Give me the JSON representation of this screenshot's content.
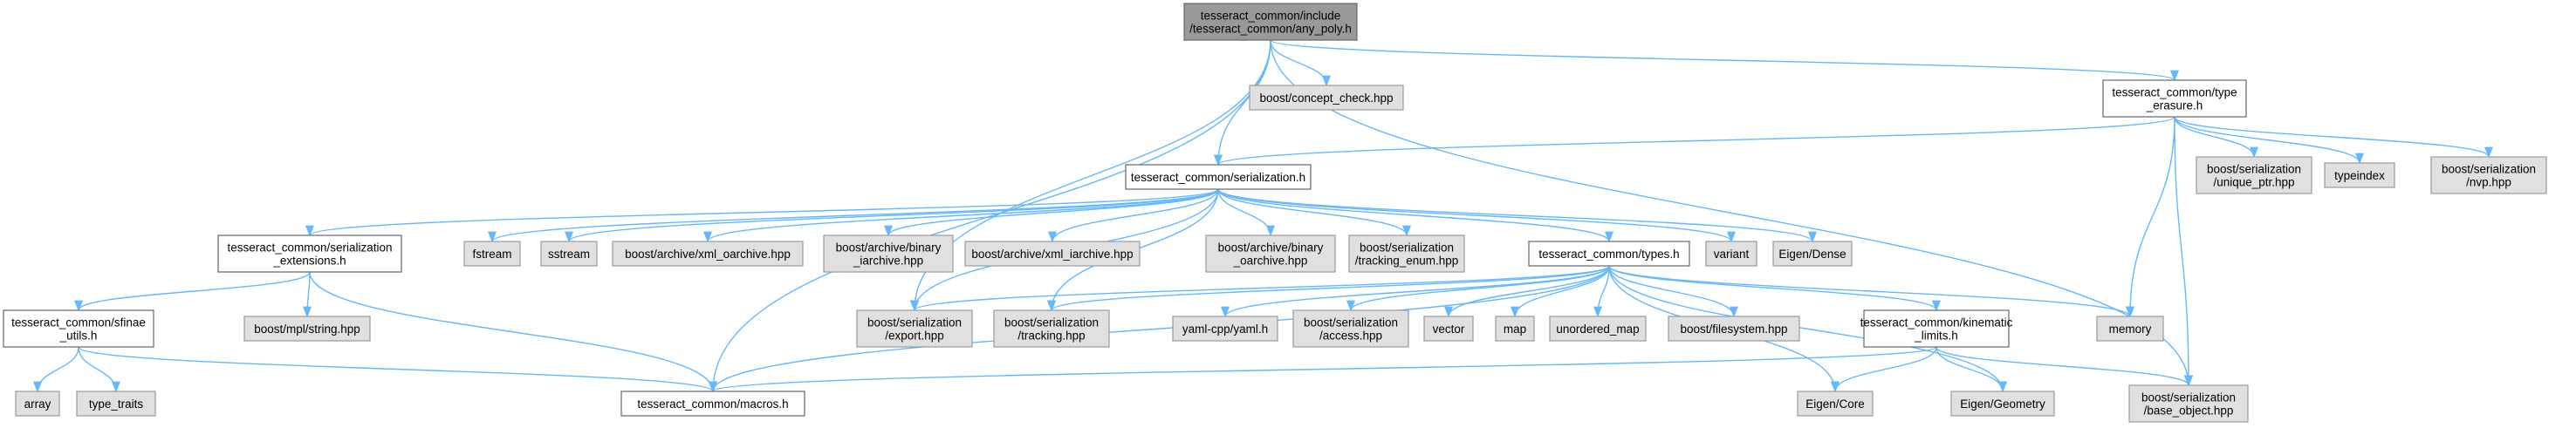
{
  "colors": {
    "edge": "#63b8ff",
    "root_fill": "#999999",
    "root_border": "#666666",
    "internal_fill": "#ffffff",
    "internal_border": "#666666",
    "external_fill": "#e0e0e0",
    "external_border": "#999999"
  },
  "nodes": [
    {
      "id": "any_poly",
      "lines": [
        "tesseract_common/include",
        "/tesseract_common/any_poly.h"
      ],
      "kind": "root"
    },
    {
      "id": "concept_check",
      "lines": [
        "boost/concept_check.hpp"
      ],
      "kind": "external"
    },
    {
      "id": "type_erasure",
      "lines": [
        "tesseract_common/type",
        "_erasure.h"
      ],
      "kind": "internal"
    },
    {
      "id": "serialization",
      "lines": [
        "tesseract_common/serialization.h"
      ],
      "kind": "internal"
    },
    {
      "id": "ser_unique_ptr",
      "lines": [
        "boost/serialization",
        "/unique_ptr.hpp"
      ],
      "kind": "external"
    },
    {
      "id": "typeindex",
      "lines": [
        "typeindex"
      ],
      "kind": "external"
    },
    {
      "id": "ser_nvp",
      "lines": [
        "boost/serialization",
        "/nvp.hpp"
      ],
      "kind": "external"
    },
    {
      "id": "ser_ext",
      "lines": [
        "tesseract_common/serialization",
        "_extensions.h"
      ],
      "kind": "internal"
    },
    {
      "id": "fstream",
      "lines": [
        "fstream"
      ],
      "kind": "external"
    },
    {
      "id": "sstream",
      "lines": [
        "sstream"
      ],
      "kind": "external"
    },
    {
      "id": "xml_oarchive",
      "lines": [
        "boost/archive/xml_oarchive.hpp"
      ],
      "kind": "external"
    },
    {
      "id": "binary_iarchive",
      "lines": [
        "boost/archive/binary",
        "_iarchive.hpp"
      ],
      "kind": "external"
    },
    {
      "id": "xml_iarchive",
      "lines": [
        "boost/archive/xml_iarchive.hpp"
      ],
      "kind": "external"
    },
    {
      "id": "binary_oarchive",
      "lines": [
        "boost/archive/binary",
        "_oarchive.hpp"
      ],
      "kind": "external"
    },
    {
      "id": "tracking_enum",
      "lines": [
        "boost/serialization",
        "/tracking_enum.hpp"
      ],
      "kind": "external"
    },
    {
      "id": "types",
      "lines": [
        "tesseract_common/types.h"
      ],
      "kind": "internal"
    },
    {
      "id": "variant",
      "lines": [
        "variant"
      ],
      "kind": "external"
    },
    {
      "id": "eigen_dense",
      "lines": [
        "Eigen/Dense"
      ],
      "kind": "external"
    },
    {
      "id": "sfinae",
      "lines": [
        "tesseract_common/sfinae",
        "_utils.h"
      ],
      "kind": "internal"
    },
    {
      "id": "mpl_string",
      "lines": [
        "boost/mpl/string.hpp"
      ],
      "kind": "external"
    },
    {
      "id": "ser_export",
      "lines": [
        "boost/serialization",
        "/export.hpp"
      ],
      "kind": "external"
    },
    {
      "id": "ser_tracking",
      "lines": [
        "boost/serialization",
        "/tracking.hpp"
      ],
      "kind": "external"
    },
    {
      "id": "yaml",
      "lines": [
        "yaml-cpp/yaml.h"
      ],
      "kind": "external"
    },
    {
      "id": "ser_access",
      "lines": [
        "boost/serialization",
        "/access.hpp"
      ],
      "kind": "external"
    },
    {
      "id": "vector",
      "lines": [
        "vector"
      ],
      "kind": "external"
    },
    {
      "id": "map",
      "lines": [
        "map"
      ],
      "kind": "external"
    },
    {
      "id": "unordered_map",
      "lines": [
        "unordered_map"
      ],
      "kind": "external"
    },
    {
      "id": "filesystem",
      "lines": [
        "boost/filesystem.hpp"
      ],
      "kind": "external"
    },
    {
      "id": "kinematic",
      "lines": [
        "tesseract_common/kinematic",
        "_limits.h"
      ],
      "kind": "internal"
    },
    {
      "id": "memory",
      "lines": [
        "memory"
      ],
      "kind": "external"
    },
    {
      "id": "array",
      "lines": [
        "array"
      ],
      "kind": "external"
    },
    {
      "id": "type_traits",
      "lines": [
        "type_traits"
      ],
      "kind": "external"
    },
    {
      "id": "macros",
      "lines": [
        "tesseract_common/macros.h"
      ],
      "kind": "internal"
    },
    {
      "id": "eigen_core",
      "lines": [
        "Eigen/Core"
      ],
      "kind": "external"
    },
    {
      "id": "eigen_geometry",
      "lines": [
        "Eigen/Geometry"
      ],
      "kind": "external"
    },
    {
      "id": "base_object",
      "lines": [
        "boost/serialization",
        "/base_object.hpp"
      ],
      "kind": "external"
    }
  ],
  "edges": [
    [
      "any_poly",
      "concept_check"
    ],
    [
      "any_poly",
      "type_erasure"
    ],
    [
      "any_poly",
      "serialization"
    ],
    [
      "any_poly",
      "macros"
    ],
    [
      "any_poly",
      "ser_export"
    ],
    [
      "any_poly",
      "base_object"
    ],
    [
      "type_erasure",
      "serialization"
    ],
    [
      "type_erasure",
      "ser_unique_ptr"
    ],
    [
      "type_erasure",
      "typeindex"
    ],
    [
      "type_erasure",
      "ser_nvp"
    ],
    [
      "type_erasure",
      "memory"
    ],
    [
      "type_erasure",
      "base_object"
    ],
    [
      "serialization",
      "ser_ext"
    ],
    [
      "serialization",
      "fstream"
    ],
    [
      "serialization",
      "sstream"
    ],
    [
      "serialization",
      "xml_oarchive"
    ],
    [
      "serialization",
      "binary_iarchive"
    ],
    [
      "serialization",
      "xml_iarchive"
    ],
    [
      "serialization",
      "binary_oarchive"
    ],
    [
      "serialization",
      "tracking_enum"
    ],
    [
      "serialization",
      "types"
    ],
    [
      "serialization",
      "variant"
    ],
    [
      "serialization",
      "eigen_dense"
    ],
    [
      "serialization",
      "ser_tracking"
    ],
    [
      "serialization",
      "ser_export"
    ],
    [
      "ser_ext",
      "sfinae"
    ],
    [
      "ser_ext",
      "mpl_string"
    ],
    [
      "ser_ext",
      "macros"
    ],
    [
      "sfinae",
      "array"
    ],
    [
      "sfinae",
      "type_traits"
    ],
    [
      "sfinae",
      "macros"
    ],
    [
      "types",
      "macros"
    ],
    [
      "types",
      "ser_export"
    ],
    [
      "types",
      "ser_tracking"
    ],
    [
      "types",
      "yaml"
    ],
    [
      "types",
      "ser_access"
    ],
    [
      "types",
      "vector"
    ],
    [
      "types",
      "map"
    ],
    [
      "types",
      "unordered_map"
    ],
    [
      "types",
      "filesystem"
    ],
    [
      "types",
      "kinematic"
    ],
    [
      "types",
      "memory"
    ],
    [
      "types",
      "eigen_core"
    ],
    [
      "types",
      "eigen_geometry"
    ],
    [
      "kinematic",
      "macros"
    ],
    [
      "kinematic",
      "eigen_core"
    ],
    [
      "kinematic",
      "eigen_geometry"
    ],
    [
      "kinematic",
      "base_object"
    ]
  ]
}
